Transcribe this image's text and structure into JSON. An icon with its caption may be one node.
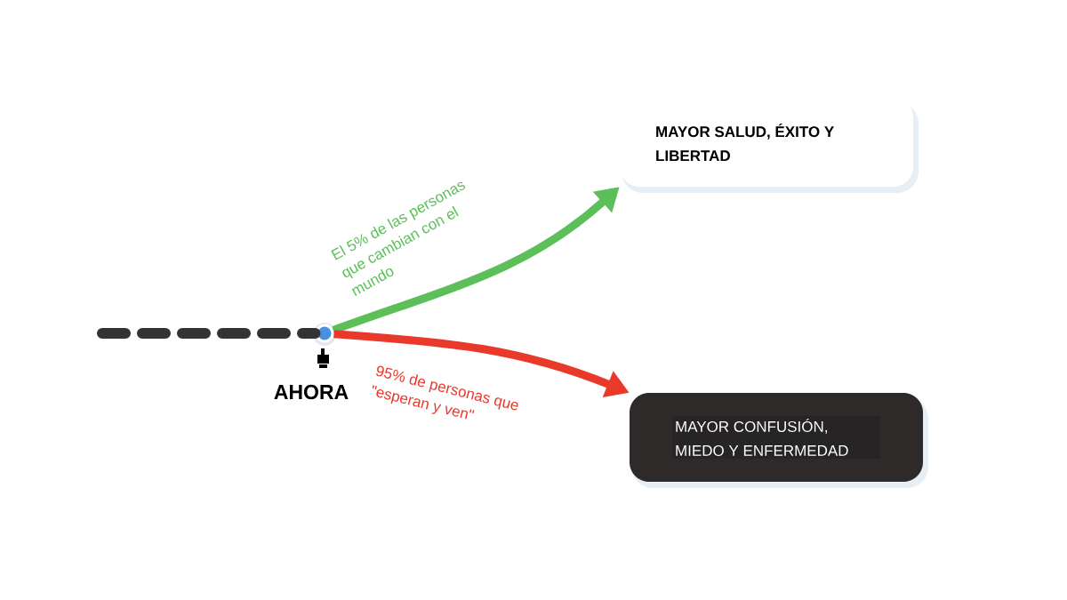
{
  "diagram": {
    "nodes": [
      {
        "text": [],
        "shape": "circle"
      },
      {
        "text": [
          "MAYOR SALUD, ÉXITO Y LIBERTAD"
        ]
      },
      {
        "text": [
          "MAYOR CONFUSIÓN, MIEDO Y ENFERMEDAD"
        ]
      }
    ],
    "edges": [
      {
        "from": null,
        "to": 0,
        "arrow": "none",
        "style": "dashed",
        "color": "#333333"
      },
      {
        "from": 0,
        "to": 1,
        "arrow": "to",
        "label": "El 5% de las personas que cambian con el mundo",
        "color": "#5cbf5a"
      },
      {
        "from": 0,
        "to": 2,
        "arrow": "to",
        "label": "95% de personas que \"esperan y ven\"",
        "color": "#e8392b"
      }
    ],
    "labels": [
      "AHORA"
    ]
  }
}
